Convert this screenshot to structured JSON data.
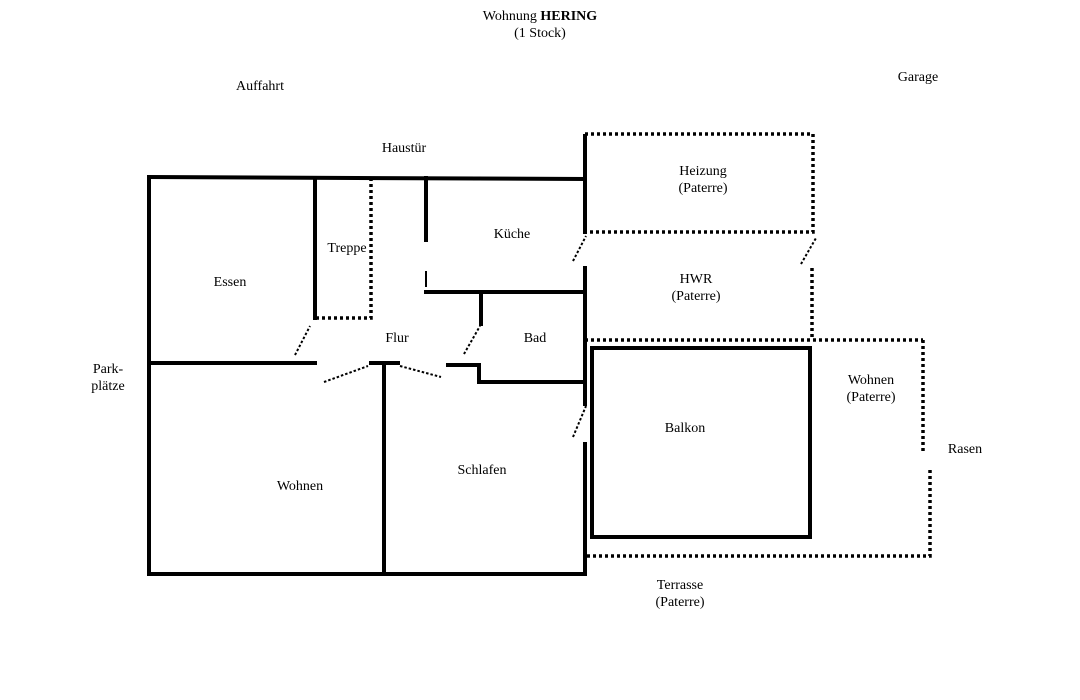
{
  "title": {
    "prefix": "Wohnung",
    "name": "HERING",
    "subtitle": "(1 Stock)"
  },
  "outside": {
    "auffahrt": "Auffahrt",
    "garage": "Garage",
    "haustuer": "Haustür",
    "parkplaetze_1": "Park-",
    "parkplaetze_2": "plätze",
    "rasen": "Rasen",
    "terrasse_1": "Terrasse",
    "terrasse_2": "(Paterre)"
  },
  "rooms": {
    "essen": "Essen",
    "treppe": "Treppe",
    "kueche": "Küche",
    "flur": "Flur",
    "bad": "Bad",
    "wohnen": "Wohnen",
    "schlafen": "Schlafen",
    "balkon": "Balkon",
    "heizung_1": "Heizung",
    "heizung_2": "(Paterre)",
    "hwr_1": "HWR",
    "hwr_2": "(Paterre)",
    "wohnen_p_1": "Wohnen",
    "wohnen_p_2": "(Paterre)"
  }
}
